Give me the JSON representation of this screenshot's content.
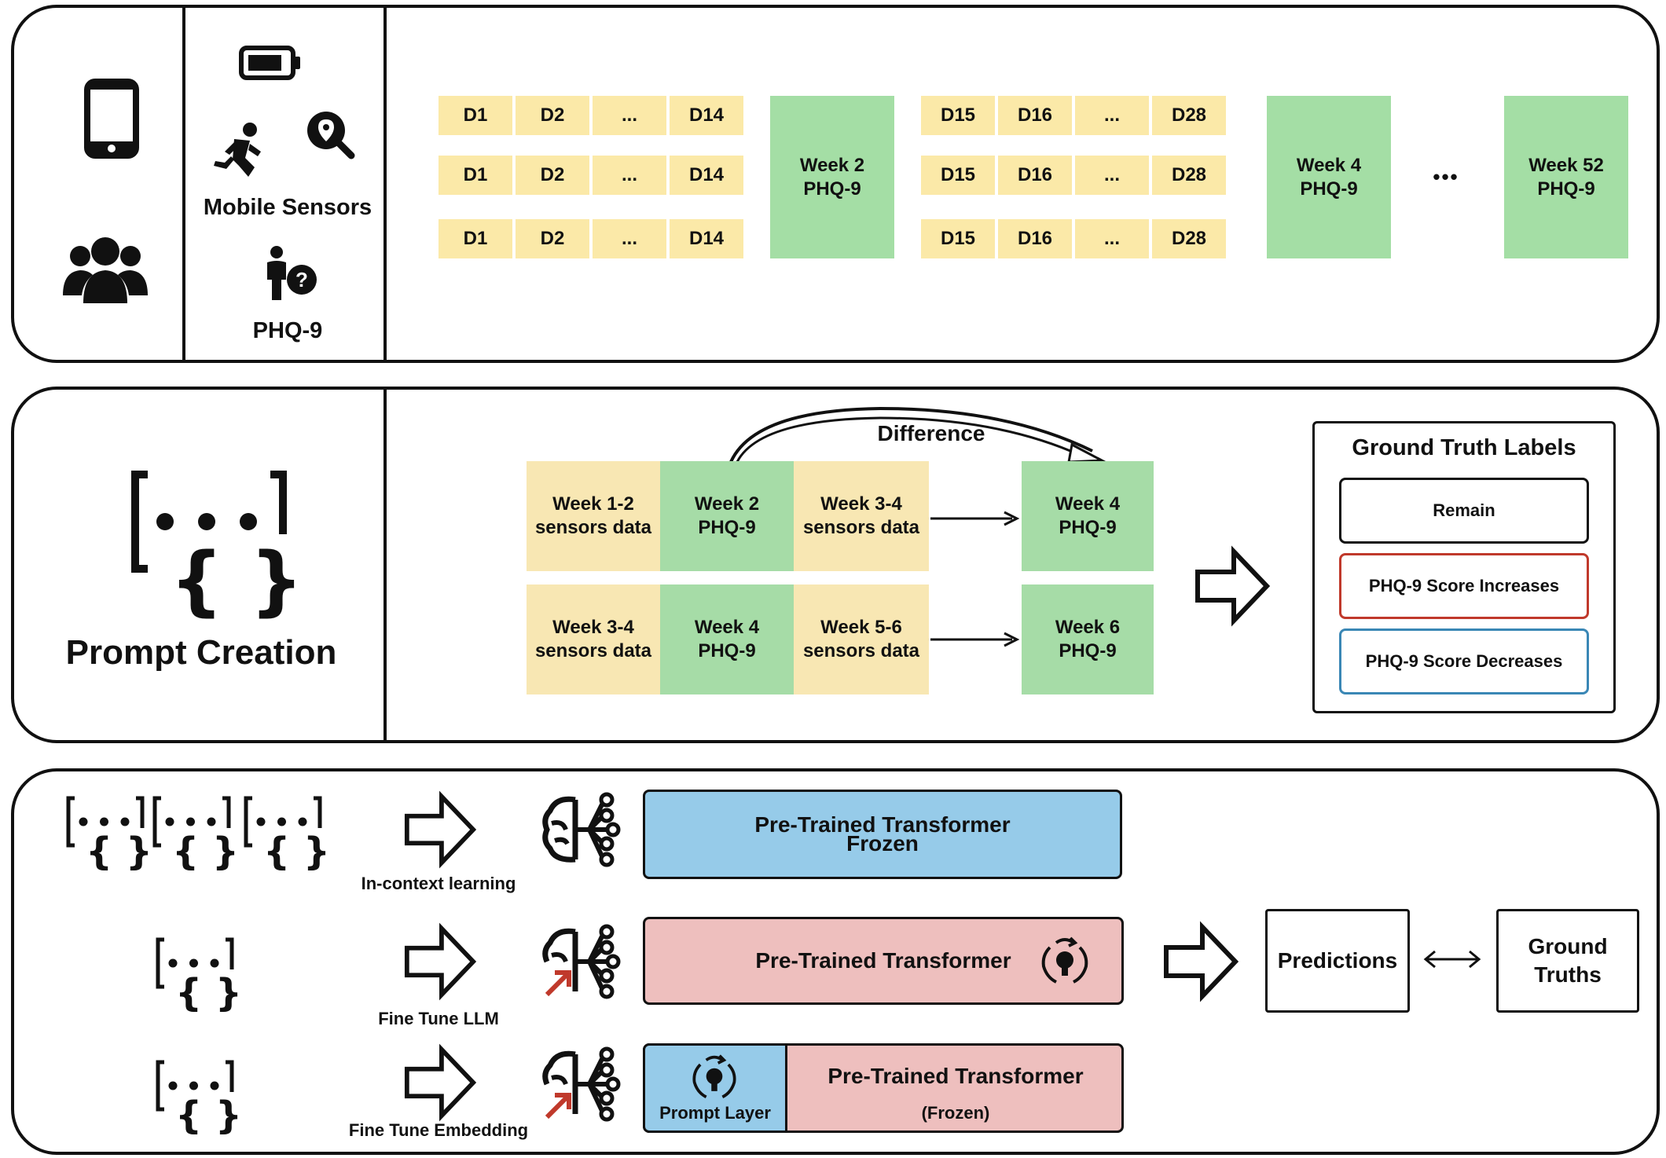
{
  "panel1": {
    "sensors_label": "Mobile Sensors",
    "phq_label": "PHQ-9",
    "timeline": {
      "row_days_a": [
        "D1",
        "D2",
        "...",
        "D14"
      ],
      "row_days_b": [
        "D15",
        "D16",
        "...",
        "D28"
      ],
      "week2": "Week 2\nPHQ-9",
      "week4": "Week 4\nPHQ-9",
      "ellipsis": "•••",
      "week52": "Week 52\nPHQ-9"
    },
    "icons": [
      "smartphone-icon",
      "users-icon",
      "battery-icon",
      "running-icon",
      "location-search-icon",
      "person-question-icon"
    ]
  },
  "panel2": {
    "title": "Prompt Creation",
    "difference": "Difference",
    "row1": [
      "Week 1-2\nsensors data",
      "Week 2\nPHQ-9",
      "Week 3-4\nsensors data",
      "Week 4\nPHQ-9"
    ],
    "row2": [
      "Week 3-4\nsensors data",
      "Week 4\nPHQ-9",
      "Week 5-6\nsensors data",
      "Week 6\nPHQ-9"
    ],
    "ground_truth": {
      "title": "Ground Truth Labels",
      "labels": [
        "Remain",
        "PHQ-9 Score Increases",
        "PHQ-9 Score Decreases"
      ],
      "colors": [
        "#111111",
        "#c0392b",
        "#3a87b5"
      ]
    }
  },
  "panel3": {
    "in_context": "In-context learning",
    "fine_tune_llm": "Fine Tune LLM",
    "fine_tune_embedding": "Fine Tune  Embedding",
    "frozen_transformer_line1": "Pre-Trained Transformer",
    "frozen_transformer_line2": "Frozen",
    "finetune_transformer": "Pre-Trained Transformer",
    "prompt_layer": "Prompt Layer",
    "embed_transformer": "Pre-Trained Transformer",
    "embed_frozen": "(Frozen)",
    "predictions": "Predictions",
    "ground_truths": "Ground\nTruths",
    "colors": {
      "blue": "#96cbe9",
      "pink": "#eebfbe",
      "red_arrow": "#c0392b"
    }
  }
}
